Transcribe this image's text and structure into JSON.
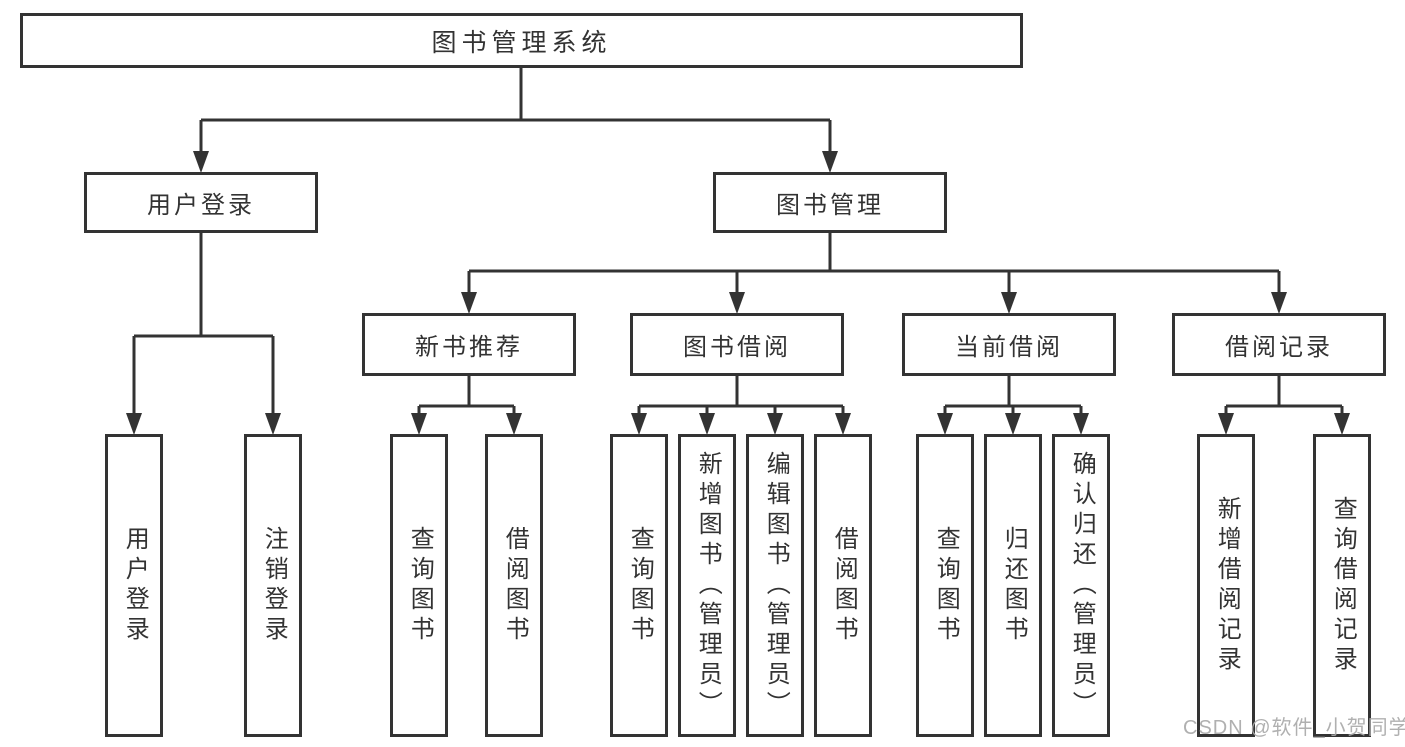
{
  "colors": {
    "background": "#ffffff",
    "line": "#333333",
    "box_border": "#333333",
    "text": "#333333",
    "watermark": "#aaaaaa"
  },
  "watermark": {
    "text": "CSDN @软件_小贺同学"
  },
  "root": {
    "label": "图书管理系统",
    "children": [
      {
        "label": "用户登录",
        "children": [
          {
            "label": "用户登录"
          },
          {
            "label": "注销登录"
          }
        ]
      },
      {
        "label": "图书管理",
        "children": [
          {
            "label": "新书推荐",
            "children": [
              {
                "label": "查询图书"
              },
              {
                "label": "借阅图书"
              }
            ]
          },
          {
            "label": "图书借阅",
            "children": [
              {
                "label": "查询图书"
              },
              {
                "label": "新增图书（管理员）"
              },
              {
                "label": "编辑图书（管理员）"
              },
              {
                "label": "借阅图书"
              }
            ]
          },
          {
            "label": "当前借阅",
            "children": [
              {
                "label": "查询图书"
              },
              {
                "label": "归还图书"
              },
              {
                "label": "确认归还（管理员）"
              }
            ]
          },
          {
            "label": "借阅记录",
            "children": [
              {
                "label": "新增借阅记录"
              },
              {
                "label": "查询借阅记录"
              }
            ]
          }
        ]
      }
    ]
  }
}
